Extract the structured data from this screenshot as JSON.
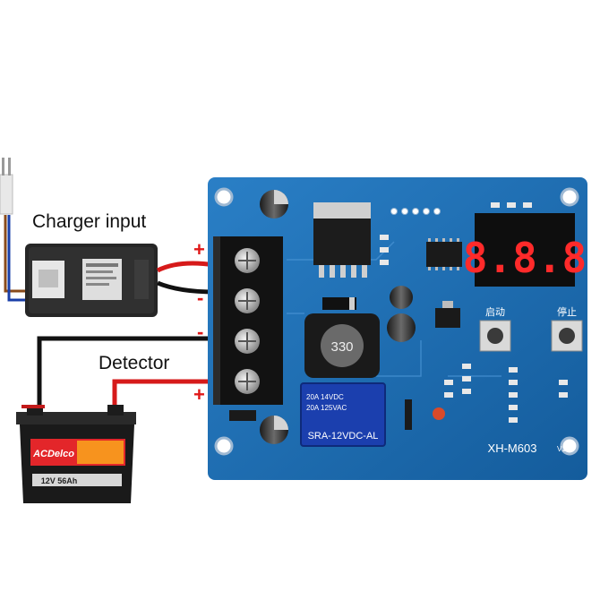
{
  "labels": {
    "charger_input": "Charger input",
    "detector": "Detector"
  },
  "signs": {
    "charger_plus": "+",
    "charger_minus": "-",
    "battery_minus": "-",
    "battery_plus": "+"
  },
  "board": {
    "model": "XH-M603",
    "version": "V1",
    "relay_label": "SRA-12VDC-AL",
    "relay_rating_1": "20A 14VDC",
    "relay_rating_2": "20A 125VAC",
    "inductor_value": "330",
    "display_digits": "8.8.8",
    "start_button_label": "启动",
    "stop_button_label": "停止"
  },
  "battery": {
    "brand": "ACDelco",
    "capacity": "12V 56Ah"
  },
  "colors": {
    "pcb_blue": "#1f6fb5",
    "wire_red": "#d61a1a",
    "wire_black": "#111111",
    "display_red": "#ff2a2a",
    "battery_body": "#1a1a1a"
  }
}
